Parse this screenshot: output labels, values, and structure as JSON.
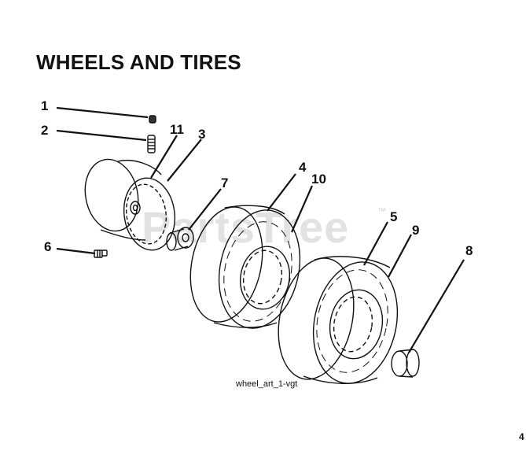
{
  "title": "WHEELS AND TIRES",
  "callouts": {
    "c1": "1",
    "c2": "2",
    "c11": "11",
    "c3": "3",
    "c4": "4",
    "c10": "10",
    "c7": "7",
    "c5": "5",
    "c9": "9",
    "c6": "6",
    "c8": "8"
  },
  "caption": "wheel_art_1-vgt",
  "watermark": "PartsTree",
  "watermark_tm": "™",
  "page_mark": "4",
  "colors": {
    "ink": "#111111",
    "watermark": "#e2e2e2"
  }
}
